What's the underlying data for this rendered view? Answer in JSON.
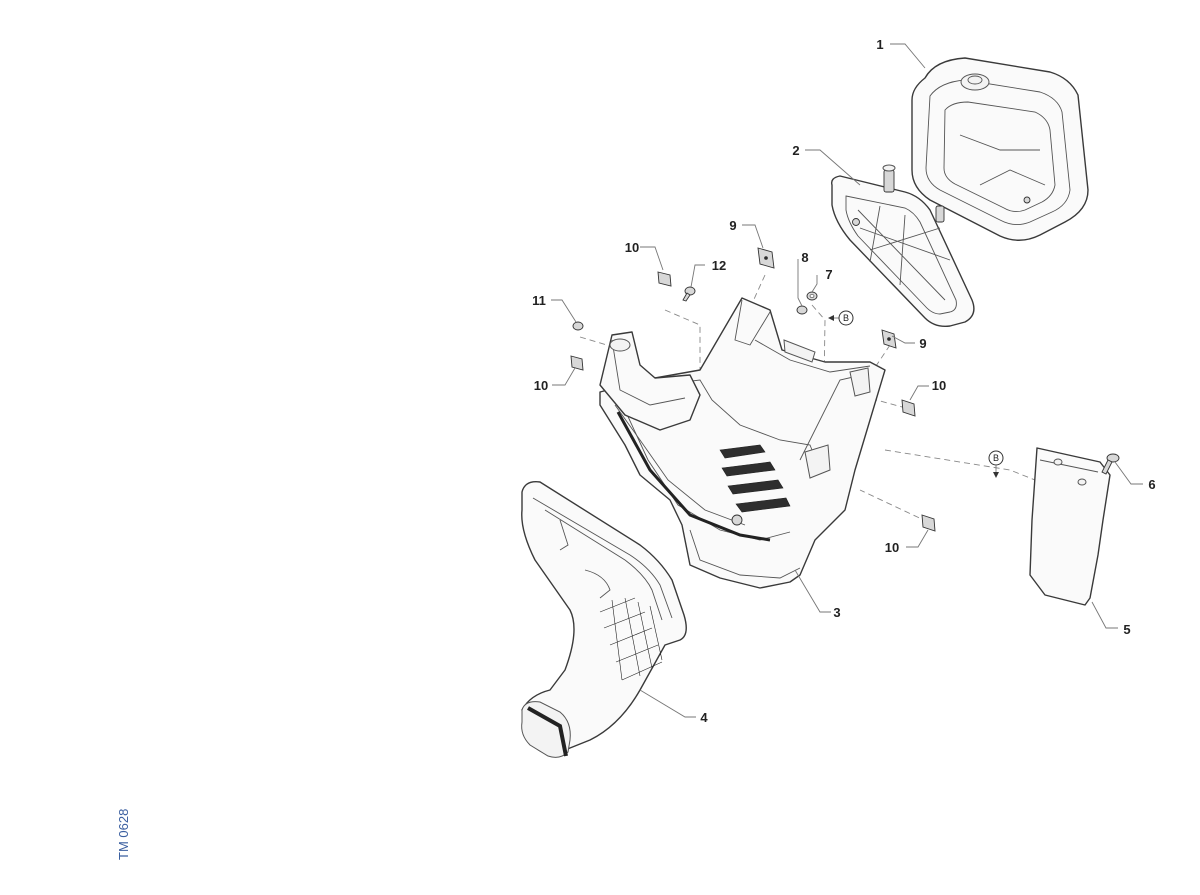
{
  "diagram_code": "TM 0628",
  "reference_marker": "B",
  "callouts": [
    "1",
    "2",
    "3",
    "4",
    "5",
    "6",
    "7",
    "8",
    "9",
    "9",
    "10",
    "10",
    "10",
    "10",
    "11",
    "12"
  ],
  "parts": [
    {
      "id": "1",
      "depicts": "air filter element"
    },
    {
      "id": "2",
      "depicts": "air filter frame"
    },
    {
      "id": "3",
      "depicts": "air box housing"
    },
    {
      "id": "4",
      "depicts": "intake duct"
    },
    {
      "id": "5",
      "depicts": "mud guard flap"
    },
    {
      "id": "6",
      "depicts": "screw"
    },
    {
      "id": "7",
      "depicts": "washer"
    },
    {
      "id": "8",
      "depicts": "nut"
    },
    {
      "id": "9",
      "depicts": "speed nut"
    },
    {
      "id": "10",
      "depicts": "speed nut"
    },
    {
      "id": "11",
      "depicts": "screw"
    },
    {
      "id": "12",
      "depicts": "screw"
    }
  ],
  "colors": {
    "line": "#3a3a3a",
    "code_text": "#3b5fa0",
    "background": "#ffffff"
  }
}
